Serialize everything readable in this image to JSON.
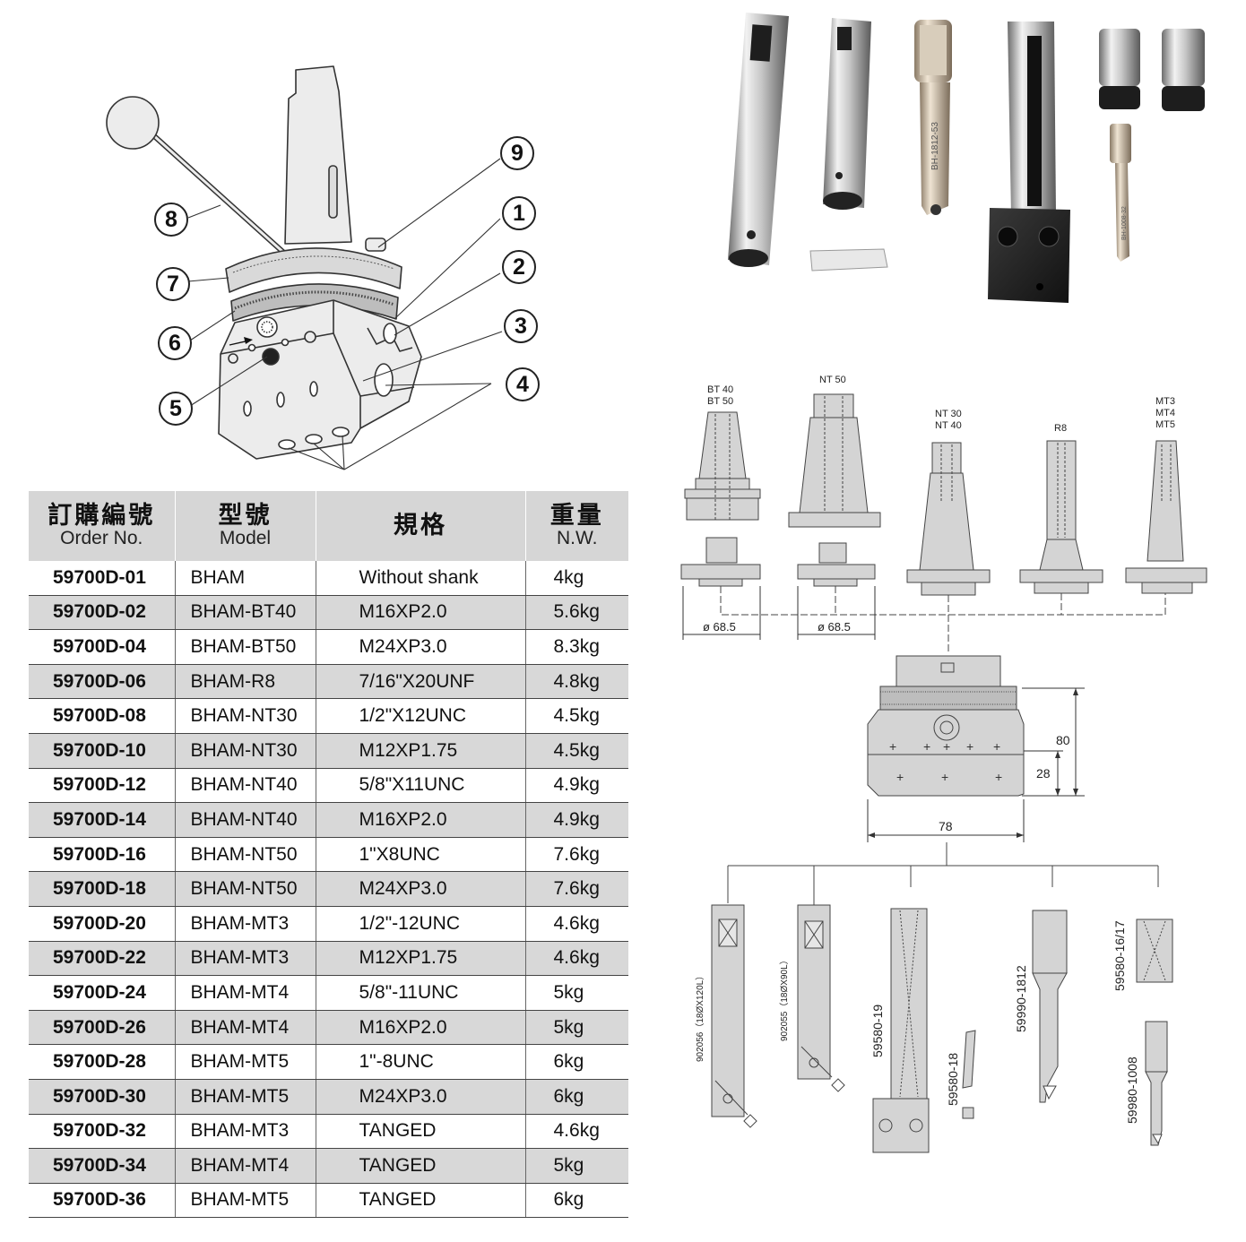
{
  "table": {
    "headers": [
      {
        "zh": "訂購編號",
        "en": "Order No."
      },
      {
        "zh": "型號",
        "en": "Model"
      },
      {
        "zh": "規格",
        "en": ""
      },
      {
        "zh": "重量",
        "en": "N.W."
      }
    ],
    "rows": [
      {
        "order": "59700D-01",
        "model": "BHAM",
        "spec": "Without shank",
        "nw": "4kg"
      },
      {
        "order": "59700D-02",
        "model": "BHAM-BT40",
        "spec": "M16XP2.0",
        "nw": "5.6kg"
      },
      {
        "order": "59700D-04",
        "model": "BHAM-BT50",
        "spec": "M24XP3.0",
        "nw": "8.3kg"
      },
      {
        "order": "59700D-06",
        "model": "BHAM-R8",
        "spec": "7/16\"X20UNF",
        "nw": "4.8kg"
      },
      {
        "order": "59700D-08",
        "model": "BHAM-NT30",
        "spec": "1/2\"X12UNC",
        "nw": "4.5kg"
      },
      {
        "order": "59700D-10",
        "model": "BHAM-NT30",
        "spec": "M12XP1.75",
        "nw": "4.5kg"
      },
      {
        "order": "59700D-12",
        "model": "BHAM-NT40",
        "spec": "5/8\"X11UNC",
        "nw": "4.9kg"
      },
      {
        "order": "59700D-14",
        "model": "BHAM-NT40",
        "spec": "M16XP2.0",
        "nw": "4.9kg"
      },
      {
        "order": "59700D-16",
        "model": "BHAM-NT50",
        "spec": "1\"X8UNC",
        "nw": "7.6kg"
      },
      {
        "order": "59700D-18",
        "model": "BHAM-NT50",
        "spec": "M24XP3.0",
        "nw": "7.6kg"
      },
      {
        "order": "59700D-20",
        "model": "BHAM-MT3",
        "spec": "1/2\"-12UNC",
        "nw": "4.6kg"
      },
      {
        "order": "59700D-22",
        "model": "BHAM-MT3",
        "spec": "M12XP1.75",
        "nw": "4.6kg"
      },
      {
        "order": "59700D-24",
        "model": "BHAM-MT4",
        "spec": "5/8\"-11UNC",
        "nw": "5kg"
      },
      {
        "order": "59700D-26",
        "model": "BHAM-MT4",
        "spec": "M16XP2.0",
        "nw": "5kg"
      },
      {
        "order": "59700D-28",
        "model": "BHAM-MT5",
        "spec": "1\"-8UNC",
        "nw": "6kg"
      },
      {
        "order": "59700D-30",
        "model": "BHAM-MT5",
        "spec": "M24XP3.0",
        "nw": "6kg"
      },
      {
        "order": "59700D-32",
        "model": "BHAM-MT3",
        "spec": "TANGED",
        "nw": "4.6kg"
      },
      {
        "order": "59700D-34",
        "model": "BHAM-MT4",
        "spec": "TANGED",
        "nw": "5kg"
      },
      {
        "order": "59700D-36",
        "model": "BHAM-MT5",
        "spec": "TANGED",
        "nw": "6kg"
      }
    ]
  },
  "callouts": [
    "1",
    "2",
    "3",
    "4",
    "5",
    "6",
    "7",
    "8",
    "9"
  ],
  "photo": {
    "bar_label_1": "BH-1812-53",
    "bar_label_2": "BH-1008-32"
  },
  "diagram": {
    "shank_labels": {
      "bt": [
        "BT 40",
        "BT 50"
      ],
      "nt50": "NT 50",
      "nt": [
        "NT 30",
        "NT 40"
      ],
      "r8": "R8",
      "mt": [
        "MT3",
        "MT4",
        "MT5"
      ]
    },
    "dims": {
      "dia_1": "ø 68.5",
      "dia_2": "ø 68.5",
      "height": "80",
      "base": "28",
      "width": "78"
    },
    "tools": {
      "t1": "902056（18ØX120L）",
      "t2": "902055（18ØX90L）",
      "t3": "59580-19",
      "t4": "59580-18",
      "t5": "59990-1812",
      "t6": "59580-16/17",
      "t7": "59980-1008"
    }
  }
}
